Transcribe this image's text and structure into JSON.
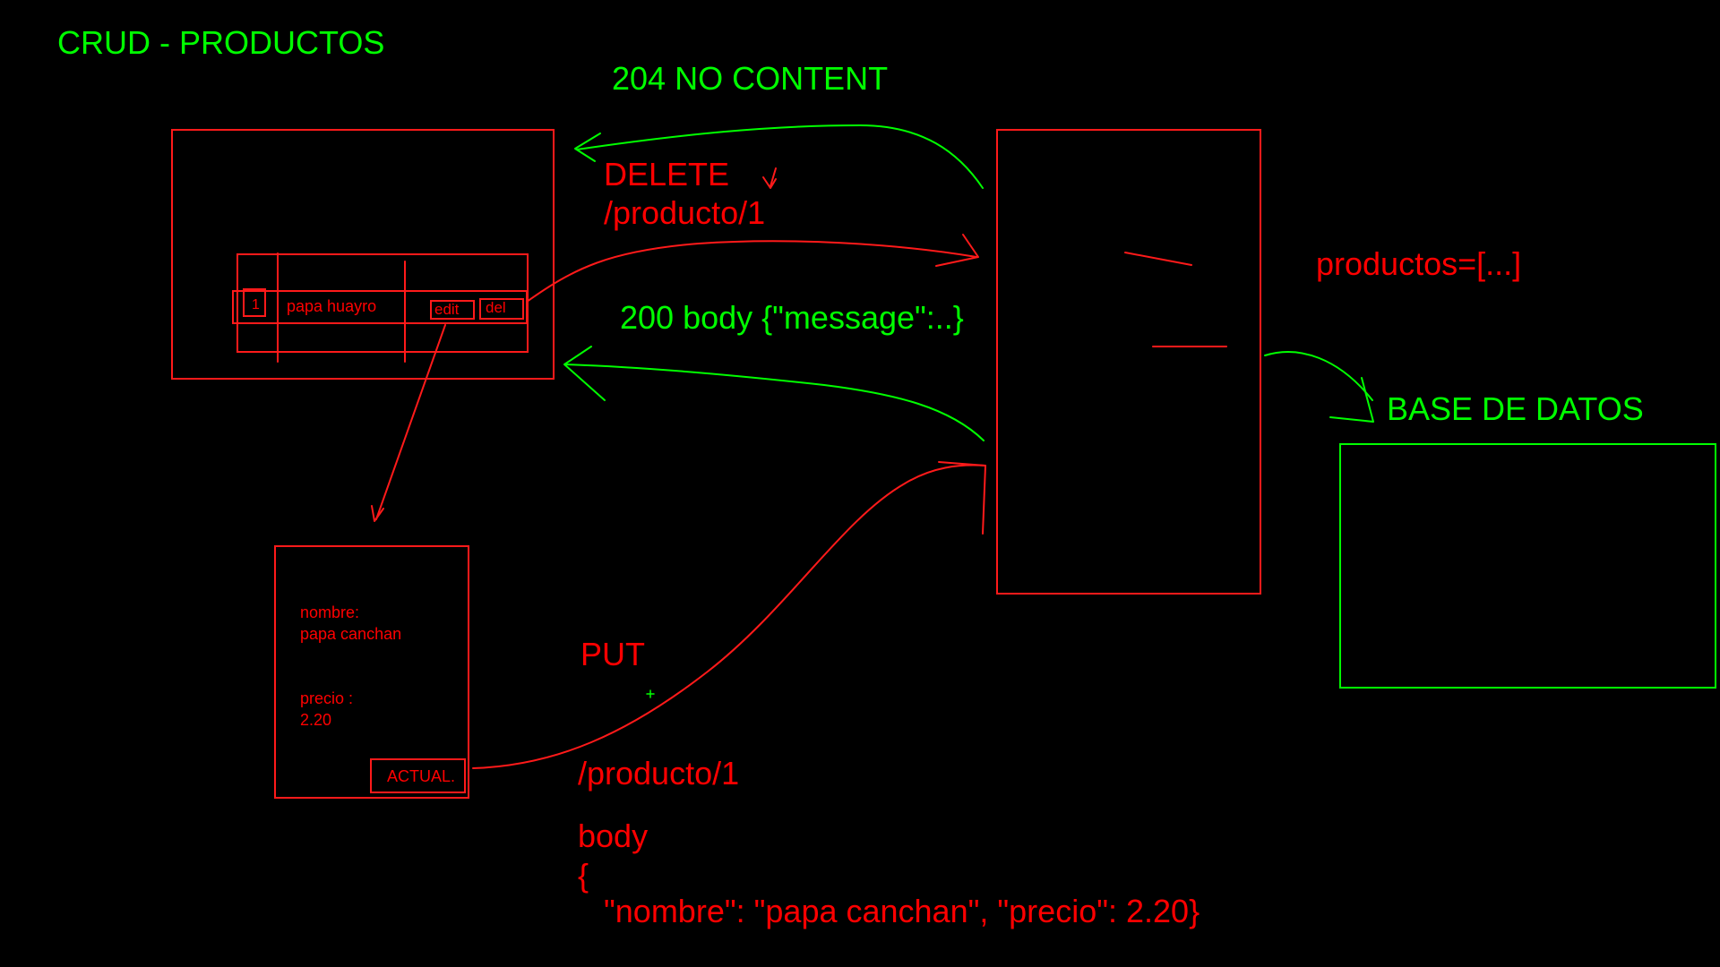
{
  "title": "CRUD - PRODUCTOS",
  "response_delete": "204 NO CONTENT",
  "delete_request": {
    "method": "DELETE",
    "path": "/producto/1"
  },
  "response_put": "200 body {\"message\":..}",
  "server_var": "productos=[...]",
  "database_label": "BASE DE DATOS",
  "table_row": {
    "id": "1",
    "name": "papa huayro",
    "edit": "edit",
    "del": "del"
  },
  "edit_form": {
    "nombre_label": "nombre:",
    "nombre_value": "papa canchan",
    "precio_label": "precio :",
    "precio_value": "2.20",
    "button": "ACTUAL."
  },
  "put_request": {
    "method": "PUT",
    "path": "/producto/1",
    "body_label": "body",
    "brace_open": "{",
    "body_content": "\"nombre\": \"papa canchan\", \"precio\": 2.20}"
  },
  "colors": {
    "red": "#ff1a1a",
    "green": "#00ff00",
    "background": "#000000"
  }
}
